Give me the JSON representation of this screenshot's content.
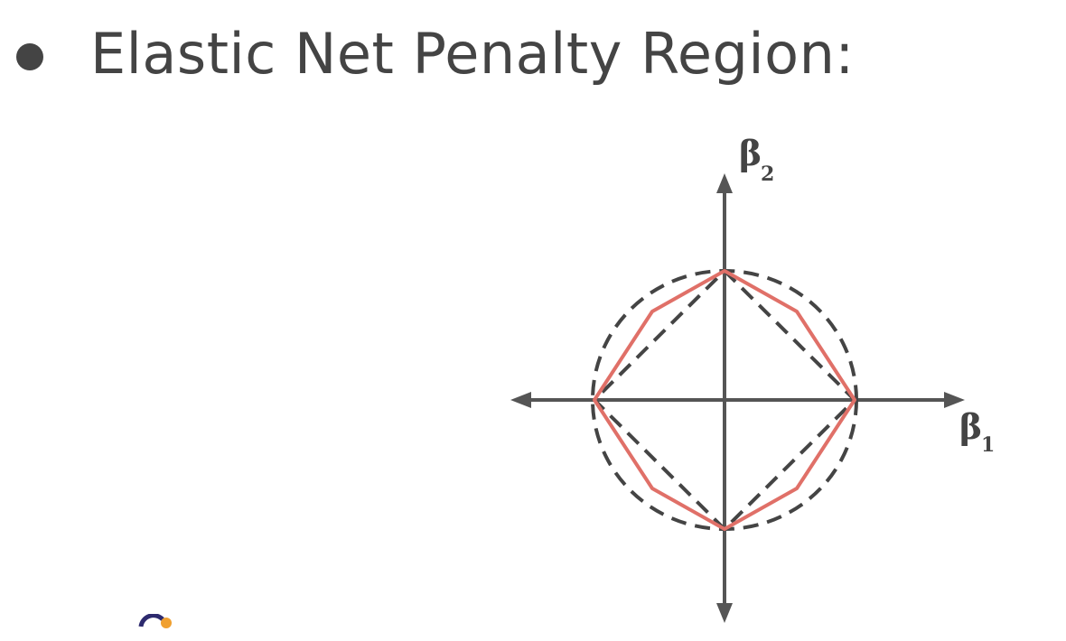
{
  "slide": {
    "title": "Elastic Net Penalty Region:"
  },
  "diagram": {
    "axis_labels": {
      "x": {
        "symbol": "β",
        "subscript": "1"
      },
      "y": {
        "symbol": "β",
        "subscript": "2"
      }
    },
    "regions": [
      {
        "name": "L2 circle",
        "style": "dashed",
        "color": "#444444"
      },
      {
        "name": "L1 diamond",
        "style": "dashed",
        "color": "#444444"
      },
      {
        "name": "Elastic net",
        "style": "solid",
        "color": "#e07068"
      }
    ],
    "colors": {
      "axis": "#555555",
      "dashed": "#444444",
      "elastic": "#e07068",
      "text": "#444444"
    }
  },
  "logo": {
    "icon": "partial-logo-icon"
  }
}
